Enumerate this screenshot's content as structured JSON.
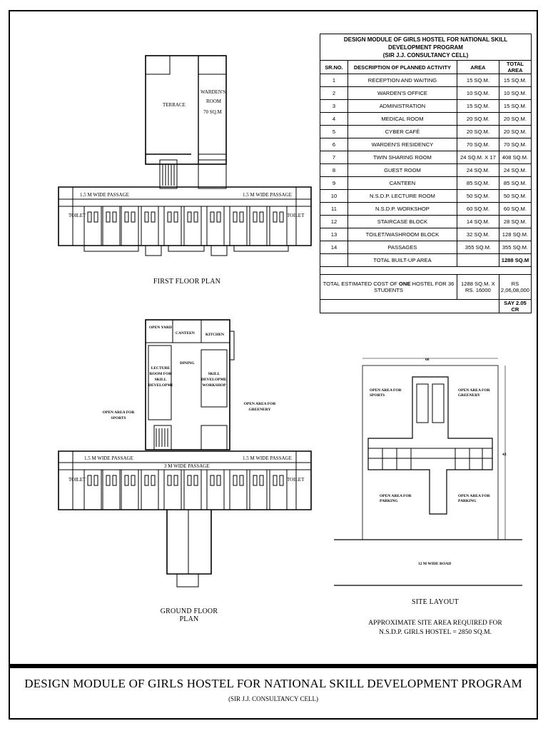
{
  "table": {
    "title_line1": "DESIGN MODULE OF GIRLS HOSTEL FOR NATIONAL SKILL DEVELOPMENT PROGRAM",
    "title_line2": "(SIR J.J. CONSULTANCY CELL)",
    "headers": [
      "SR.NO.",
      "DESCRIPTION OF PLANNED ACTIVITY",
      "AREA",
      "TOTAL AREA"
    ],
    "rows": [
      [
        "1",
        "RECEPTION AND WAITING",
        "15 SQ.M.",
        "15 SQ.M."
      ],
      [
        "2",
        "WARDEN'S OFFICE",
        "10 SQ.M.",
        "10 SQ.M."
      ],
      [
        "3",
        "ADMINISTRATION",
        "15 SQ.M.",
        "15 SQ.M."
      ],
      [
        "4",
        "MEDICAL ROOM",
        "20 SQ.M.",
        "20 SQ.M."
      ],
      [
        "5",
        "CYBER CAFÉ",
        "20 SQ.M.",
        "20 SQ.M."
      ],
      [
        "6",
        "WARDEN'S RESIDENCY",
        "70 SQ.M.",
        "70 SQ.M."
      ],
      [
        "7",
        "TWIN SHARING ROOM",
        "24 SQ.M. X 17",
        "408 SQ.M."
      ],
      [
        "8",
        "GUEST ROOM",
        "24 SQ.M.",
        "24 SQ.M."
      ],
      [
        "9",
        "CANTEEN",
        "85 SQ.M.",
        "85 SQ.M."
      ],
      [
        "10",
        "N.S.D.P. LECTURE ROOM",
        "50 SQ.M.",
        "50 SQ.M."
      ],
      [
        "11",
        "N.S.D.P. WORKSHOP",
        "60 SQ.M.",
        "60 SQ.M."
      ],
      [
        "12",
        "STAIRCASE BLOCK",
        "14 SQ.M.",
        "28 SQ.M."
      ],
      [
        "13",
        "TOILET/WASHROOM BLOCK",
        "32 SQ.M.",
        "128 SQ.M."
      ],
      [
        "14",
        "PASSAGES",
        "355 SQ.M.",
        "355 SQ.M."
      ]
    ],
    "total_label": "TOTAL BUILT-UP AREA",
    "total_value": "1288 SQ.M",
    "cost_label_pre": "TOTAL ESTIMATED COST OF ",
    "cost_label_bold": "ONE",
    "cost_label_post": " HOSTEL FOR 36 STUDENTS",
    "cost_calc": "1288 SQ.M. X RS. 16000",
    "cost_value": "RS 2,06,08,000",
    "say_value": "SAY  2.05 CR"
  },
  "first_floor": {
    "caption": "FIRST FLOOR PLAN",
    "terrace": "TERRACE",
    "warden_line1": "WARDEN'S",
    "warden_line2": "ROOM",
    "warden_area": "70 SQ.M",
    "passage_left": "1.5 M WIDE PASSAGE",
    "passage_right": "1.5 M WIDE PASSAGE",
    "toilet_left": "TOILET",
    "toilet_right": "TOILET"
  },
  "ground_floor": {
    "caption": "GROUND FLOOR PLAN",
    "passage_left": "1.5 M WIDE PASSAGE",
    "passage_center": "3 M WIDE PASSAGE",
    "passage_right": "1.5 M WIDE PASSAGE",
    "toilet_left": "TOILET",
    "toilet_right": "TOILET",
    "canteen": "CANTEEN",
    "kitchen": "KITCHEN",
    "dining": "DINING",
    "lecture": "LECTURE ROOM FOR SKILL DEVELOPMENT",
    "workshop": "SKILL DEVELOPMENT WORKSHOP",
    "open_area_left": "OPEN AREA FOR SPORTS",
    "open_area_right": "OPEN AREA FOR GREENERY"
  },
  "site": {
    "caption": "SITE LAYOUT",
    "dim_width": "66",
    "dim_height": "43",
    "road": "12 M WIDE ROAD",
    "note_line1": "APPROXIMATE SITE AREA REQUIRED FOR",
    "note_line2": "N.S.D.P. GIRLS HOSTEL = 2850 SQ.M.",
    "open_tl": "OPEN AREA FOR SPORTS",
    "open_tr": "OPEN AREA FOR GREENERY",
    "open_bl": "OPEN AREA FOR PARKING",
    "open_br": "OPEN AREA FOR PARKING"
  },
  "footer": {
    "title": "DESIGN MODULE OF GIRLS HOSTEL FOR NATIONAL SKILL DEVELOPMENT PROGRAM",
    "subtitle": "(SIR J.J. CONSULTANCY CELL)"
  }
}
